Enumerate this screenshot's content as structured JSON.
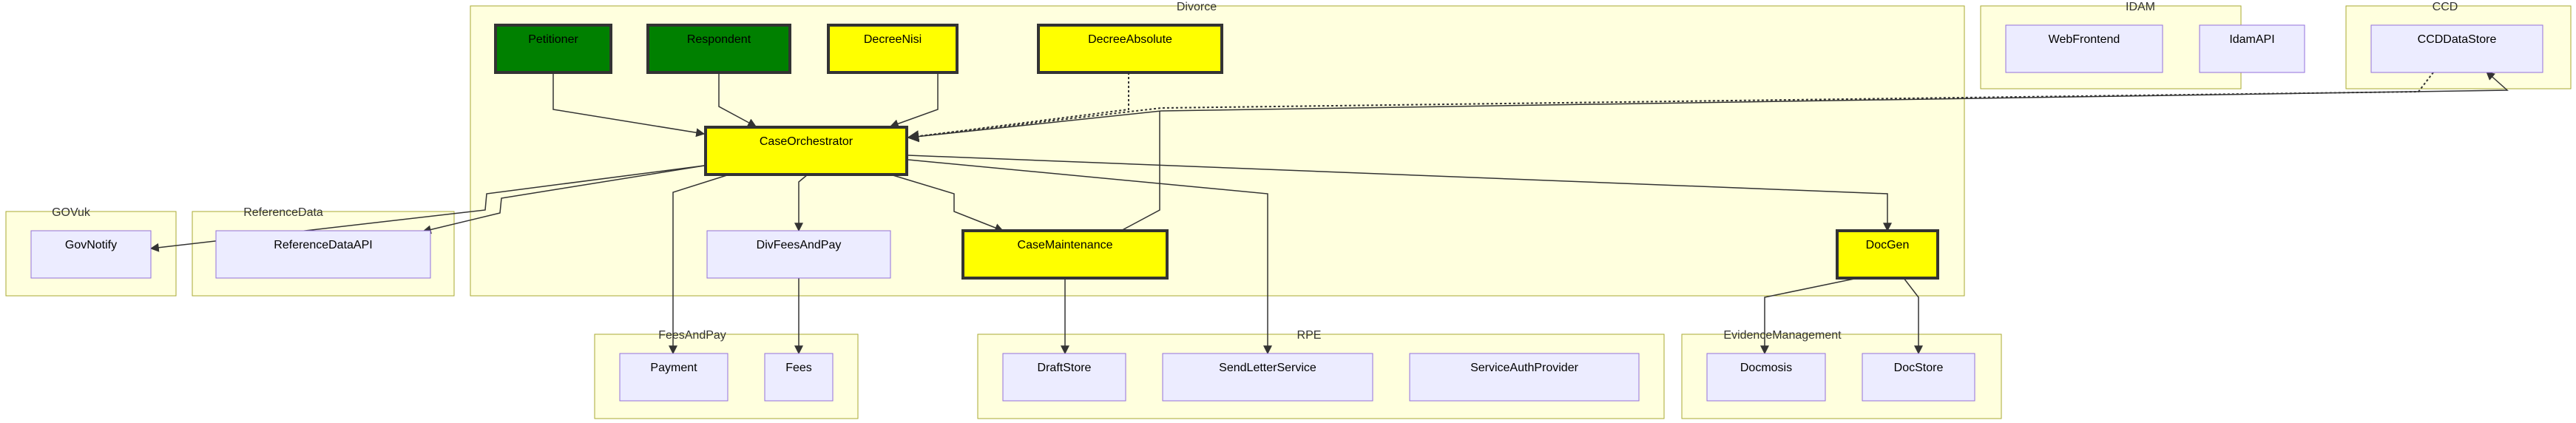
{
  "diagram": {
    "clusters": {
      "divorce": "Divorce",
      "idam": "IDAM",
      "ccd": "CCD",
      "govuk": "GOVuk",
      "reference_data": "ReferenceData",
      "fees_and_pay": "FeesAndPay",
      "rpe": "RPE",
      "evidence_management": "EvidenceManagement"
    },
    "nodes": {
      "petitioner": "Petitioner",
      "respondent": "Respondent",
      "decree_nisi": "DecreeNisi",
      "decree_absolute": "DecreeAbsolute",
      "case_orchestrator": "CaseOrchestrator",
      "div_fees_and_pay": "DivFeesAndPay",
      "case_maintenance": "CaseMaintenance",
      "doc_gen": "DocGen",
      "web_frontend": "WebFrontend",
      "idam_api": "IdamAPI",
      "ccd_data_store": "CCDDataStore",
      "gov_notify": "GovNotify",
      "reference_data_api": "ReferenceDataAPI",
      "payment": "Payment",
      "fees": "Fees",
      "draft_store": "DraftStore",
      "send_letter_service": "SendLetterService",
      "service_auth_provider": "ServiceAuthProvider",
      "docmosis": "Docmosis",
      "doc_store": "DocStore"
    },
    "colors": {
      "cluster_fill": "#ffffde",
      "cluster_stroke": "#aaaa33",
      "default_node_fill": "#ececff",
      "default_node_stroke": "#9370db",
      "green_node_fill": "#008000",
      "yellow_node_fill": "#ffff00",
      "edge": "#333333"
    }
  }
}
